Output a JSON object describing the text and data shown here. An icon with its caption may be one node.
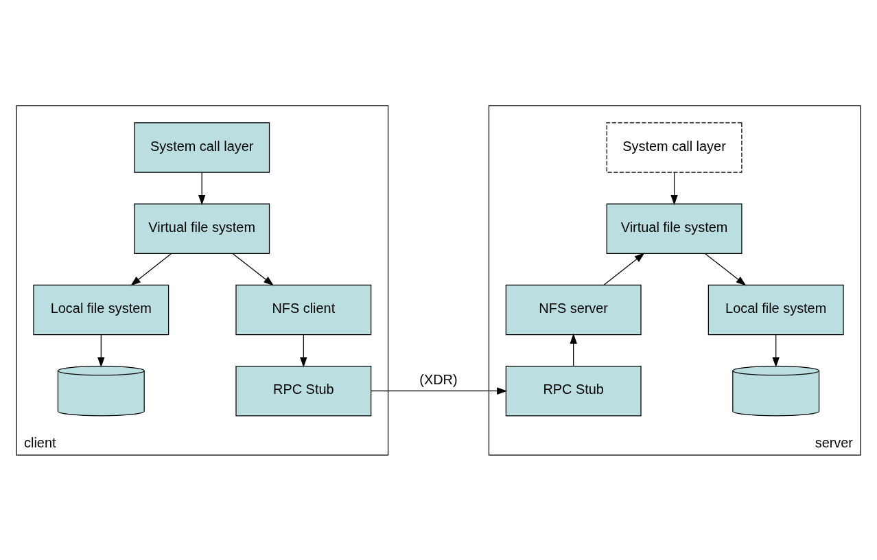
{
  "diagram": {
    "nodes": [
      {
        "text": [
          "client"
        ]
      },
      {
        "text": [
          "System call layer"
        ],
        "in": 0
      },
      {
        "text": [
          "Virtual file system"
        ],
        "in": 0
      },
      {
        "text": [
          "Local file system"
        ],
        "in": 0
      },
      {
        "text": [
          "NFS client"
        ],
        "in": 0
      },
      {
        "text": [],
        "shape": "cylinder",
        "in": 0
      },
      {
        "text": [
          "RPC Stub"
        ],
        "in": 0
      },
      {
        "text": [
          "server"
        ]
      },
      {
        "text": [
          "System call layer"
        ],
        "in": 7
      },
      {
        "text": [
          "Virtual file system"
        ],
        "in": 7
      },
      {
        "text": [
          "NFS server"
        ],
        "in": 7
      },
      {
        "text": [
          "Local file system"
        ],
        "in": 7
      },
      {
        "text": [
          "RPC Stub"
        ],
        "in": 7
      },
      {
        "text": [],
        "shape": "cylinder",
        "in": 7
      }
    ],
    "edges": [
      {
        "from": 1,
        "to": 2,
        "arrow": "to"
      },
      {
        "from": 2,
        "to": 3,
        "arrow": "to"
      },
      {
        "from": 2,
        "to": 4,
        "arrow": "to"
      },
      {
        "from": 3,
        "to": 5,
        "arrow": "to"
      },
      {
        "from": 4,
        "to": 6,
        "arrow": "to"
      },
      {
        "from": 6,
        "to": 12,
        "arrow": "to",
        "label": "(XDR)"
      },
      {
        "from": 8,
        "to": 9,
        "arrow": "to"
      },
      {
        "from": 10,
        "to": 9,
        "arrow": "to"
      },
      {
        "from": 9,
        "to": 11,
        "arrow": "to"
      },
      {
        "from": 12,
        "to": 10,
        "arrow": "to"
      },
      {
        "from": 11,
        "to": 13,
        "arrow": "to"
      }
    ]
  }
}
